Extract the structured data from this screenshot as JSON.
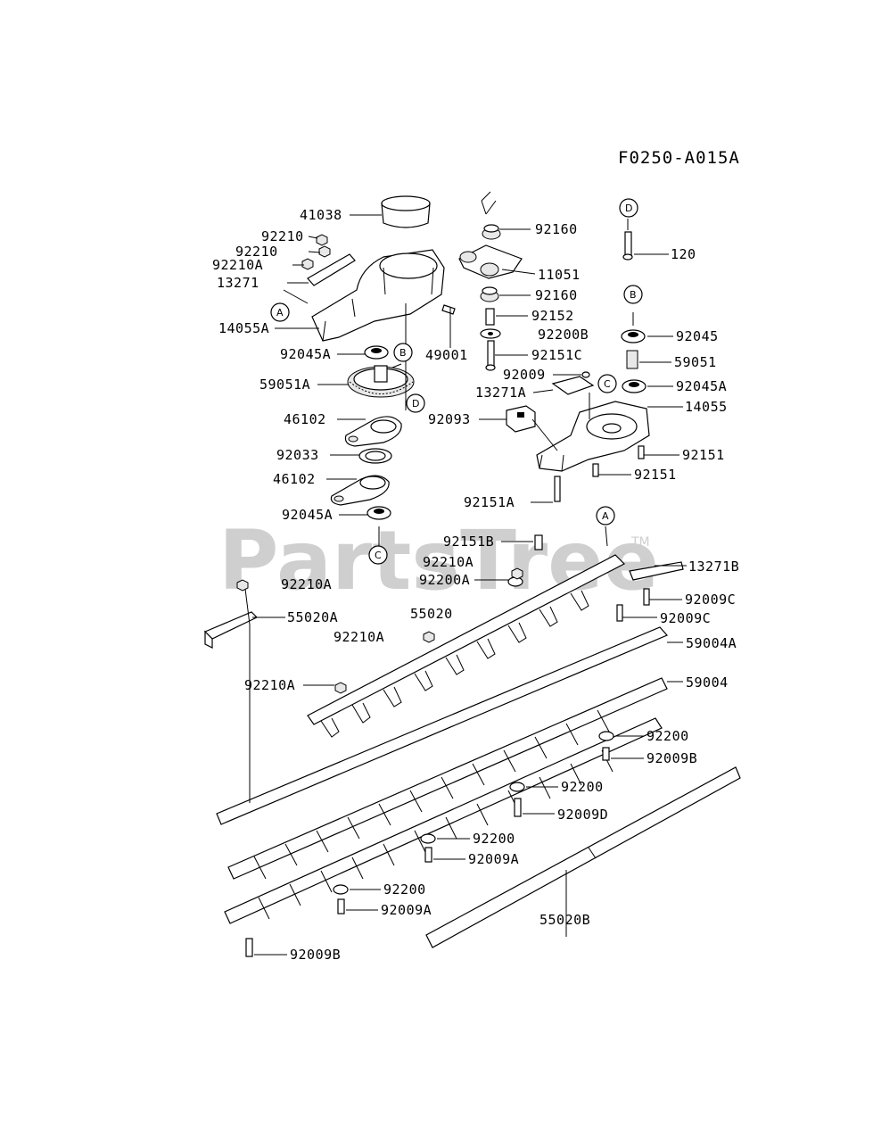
{
  "diagram_code": "F0250-A015A",
  "watermark": {
    "text": "PartsTree",
    "mark": "TM"
  },
  "callouts": {
    "A": "A",
    "B": "B",
    "C": "C",
    "D": "D"
  },
  "part_labels": {
    "p41038": "41038",
    "p92210_1": "92210",
    "p92210_2": "92210",
    "p92210A_1": "92210A",
    "p13271": "13271",
    "p14055A": "14055A",
    "p49001": "49001",
    "p92045A_1": "92045A",
    "p59051A": "59051A",
    "p46102_1": "46102",
    "p92033": "92033",
    "p46102_2": "46102",
    "p92045A_2": "92045A",
    "p92160_1": "92160",
    "p11051": "11051",
    "p92160_2": "92160",
    "p92152": "92152",
    "p92200B": "92200B",
    "p92151C": "92151C",
    "p92009": "92009",
    "p13271A": "13271A",
    "p92093": "92093",
    "p92151A": "92151A",
    "p120": "120",
    "p92045": "92045",
    "p59051": "59051",
    "p92045A_3": "92045A",
    "p14055": "14055",
    "p92151_1": "92151",
    "p92151_2": "92151",
    "p92151B": "92151B",
    "p92210A_2": "92210A",
    "p92200A": "92200A",
    "p92210A_3": "92210A",
    "p55020": "55020",
    "p55020A": "55020A",
    "p92210A_4": "92210A",
    "p92210A_5": "92210A",
    "p13271B": "13271B",
    "p92009C_1": "92009C",
    "p92009C_2": "92009C",
    "p59004A": "59004A",
    "p59004": "59004",
    "p92200_1": "92200",
    "p92009B_1": "92009B",
    "p92200_2": "92200",
    "p92009D": "92009D",
    "p92200_3": "92200",
    "p92009A_1": "92009A",
    "p92200_4": "92200",
    "p92009A_2": "92009A",
    "p55020B": "55020B",
    "p92009B_2": "92009B"
  }
}
